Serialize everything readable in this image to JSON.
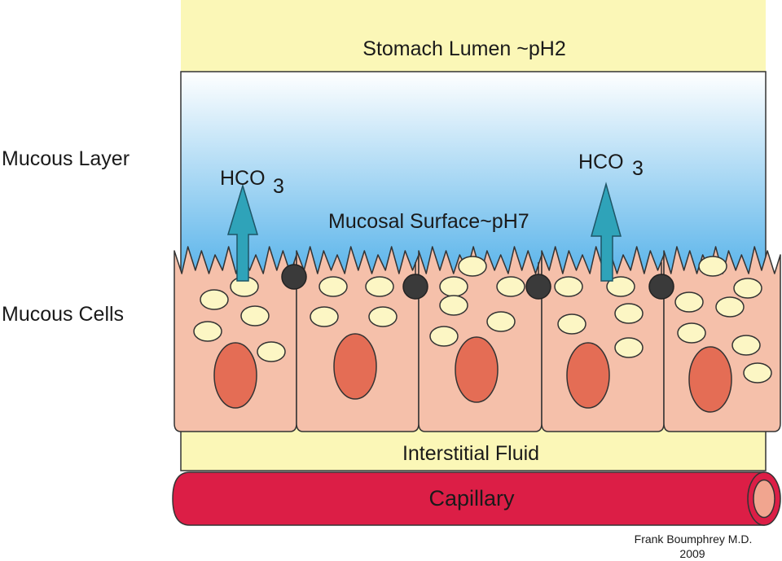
{
  "labels": {
    "lumen": "Stomach Lumen ~pH2",
    "mucous_layer": "Mucous Layer",
    "mucous_cells": "Mucous Cells",
    "mucosal_surface": "Mucosal Surface~pH7",
    "interstitial_fluid": "Interstitial Fluid",
    "capillary": "Capillary"
  },
  "bicarbonate": {
    "base": "HCO",
    "subscript": "3"
  },
  "credit": {
    "author": "Frank Boumphrey M.D.",
    "year": "2009"
  },
  "colors": {
    "lumen": "#fbf7b7",
    "mucus_top": "#ffffff",
    "mucus_bottom": "#5ab4ea",
    "cell": "#f5c0aa",
    "nucleus": "#e46d55",
    "granule": "#fcf6c4",
    "arrow": "#2fa3b9",
    "junction": "#3a3a3a",
    "capillary": "#dc1e46",
    "capillary_end": "#f1a58f"
  }
}
